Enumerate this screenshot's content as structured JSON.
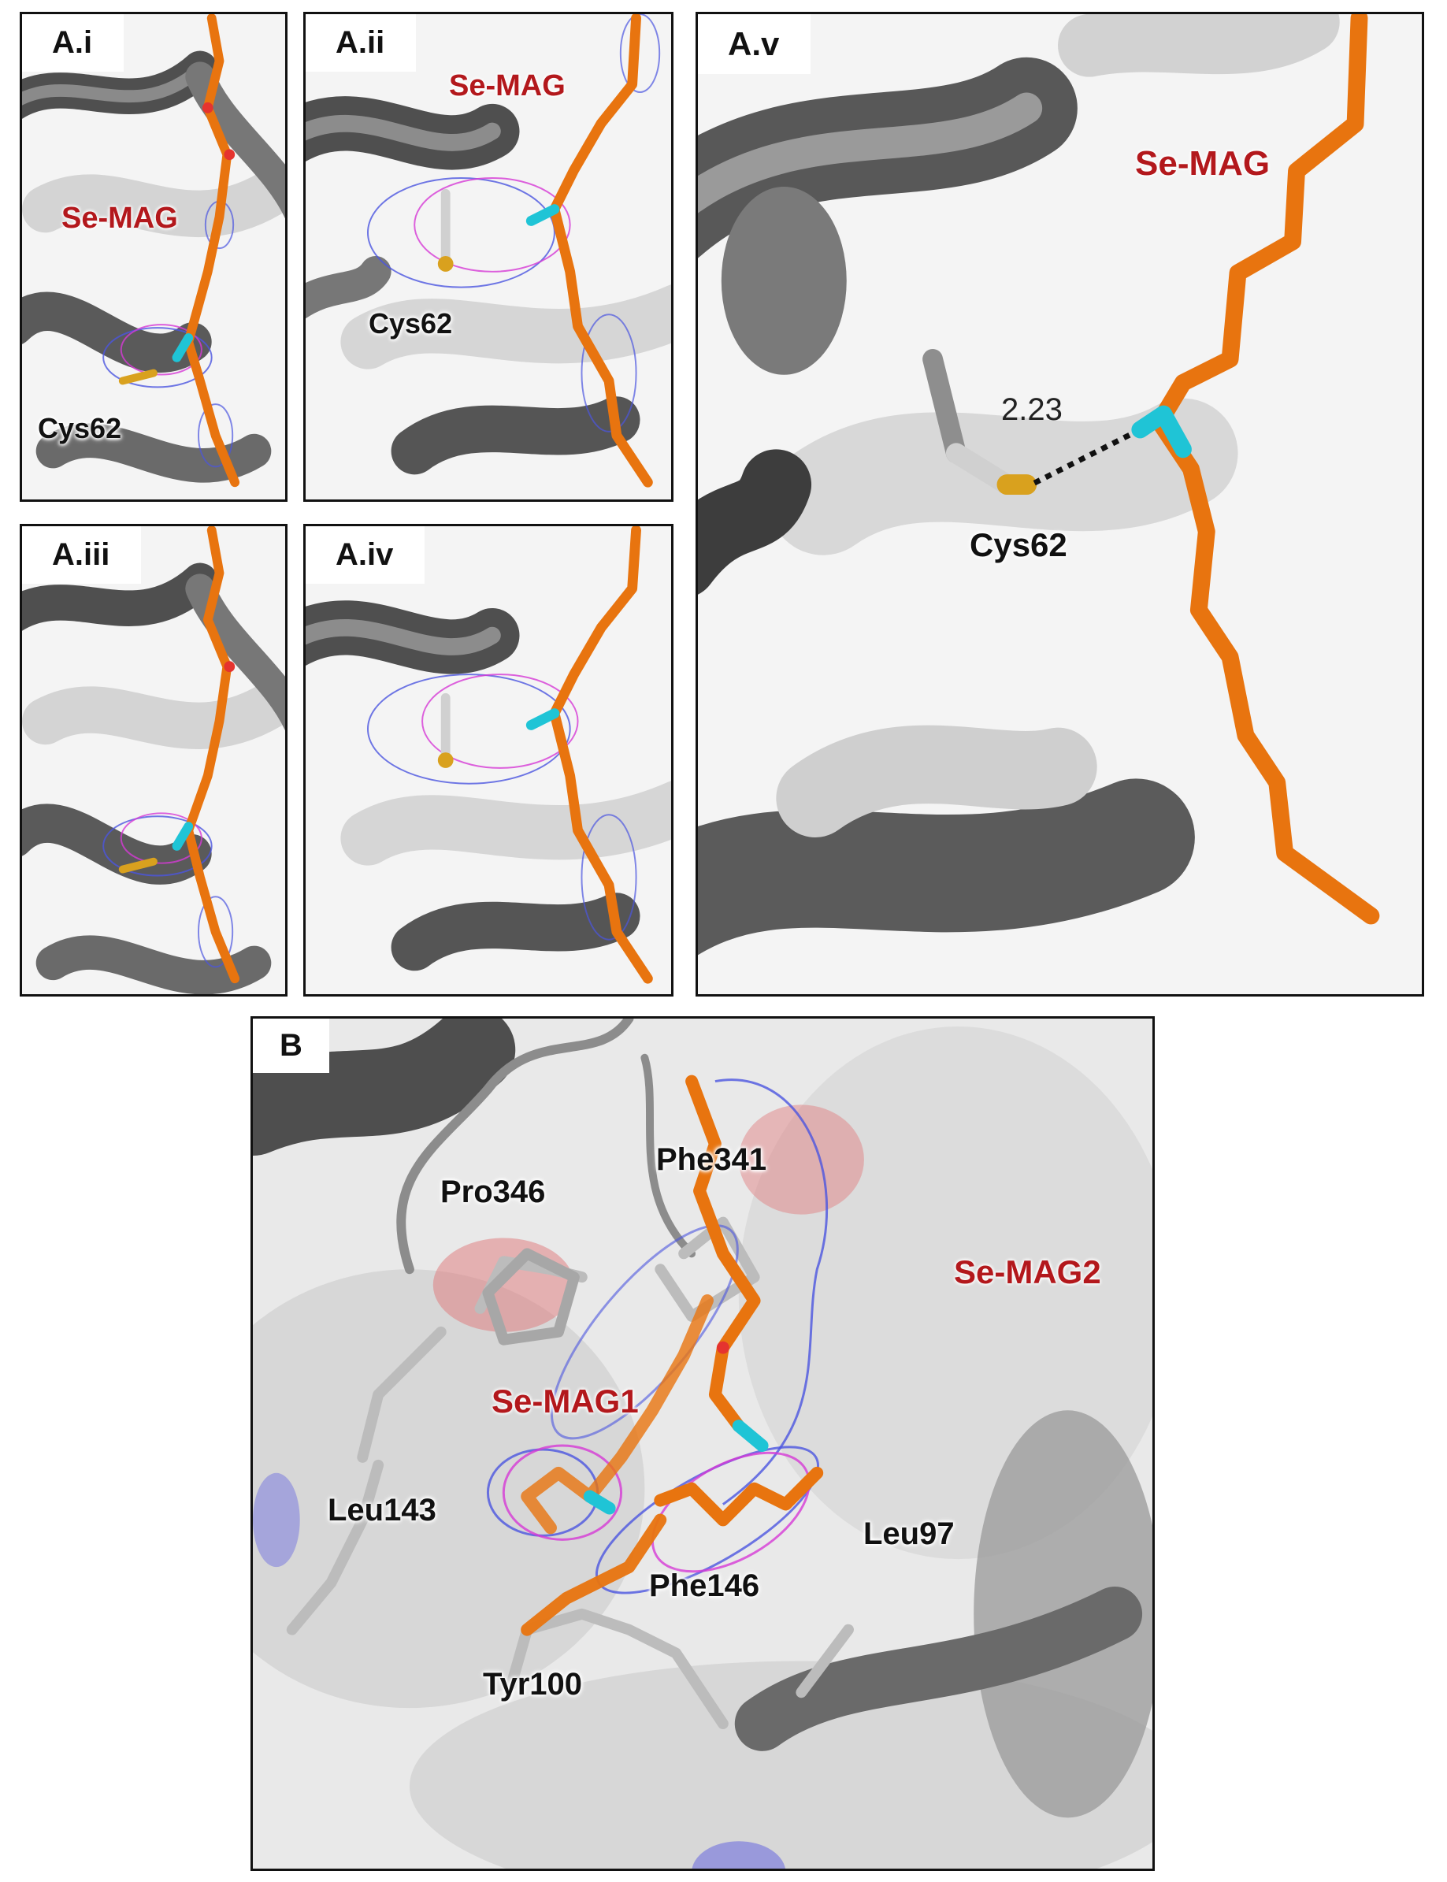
{
  "panels": {
    "ai": {
      "label": "A.i",
      "ligand": "Se-MAG",
      "residue": "Cys62"
    },
    "aii": {
      "label": "A.ii",
      "ligand": "Se-MAG",
      "residue": "Cys62"
    },
    "aiii": {
      "label": "A.iii"
    },
    "aiv": {
      "label": "A.iv"
    },
    "av": {
      "label": "A.v",
      "ligand": "Se-MAG",
      "residue": "Cys62",
      "distance": "2.23"
    },
    "b": {
      "label": "B",
      "ligand1": "Se-MAG1",
      "ligand2": "Se-MAG2",
      "residues": {
        "pro346": "Pro346",
        "phe341": "Phe341",
        "leu143": "Leu143",
        "leu97": "Leu97",
        "phe146": "Phe146",
        "tyr100": "Tyr100"
      }
    }
  },
  "colors": {
    "helix": "#6e6e6e",
    "helix_light": "#bdbdbd",
    "ligand_carbon": "#e8740f",
    "selenium": "#1fc4d6",
    "sulfur": "#d9a11e",
    "oxygen": "#e5332f",
    "mesh_2fofc": "#4b55e0",
    "mesh_anomalous": "#d63ad6",
    "label_red": "#b3181c"
  }
}
